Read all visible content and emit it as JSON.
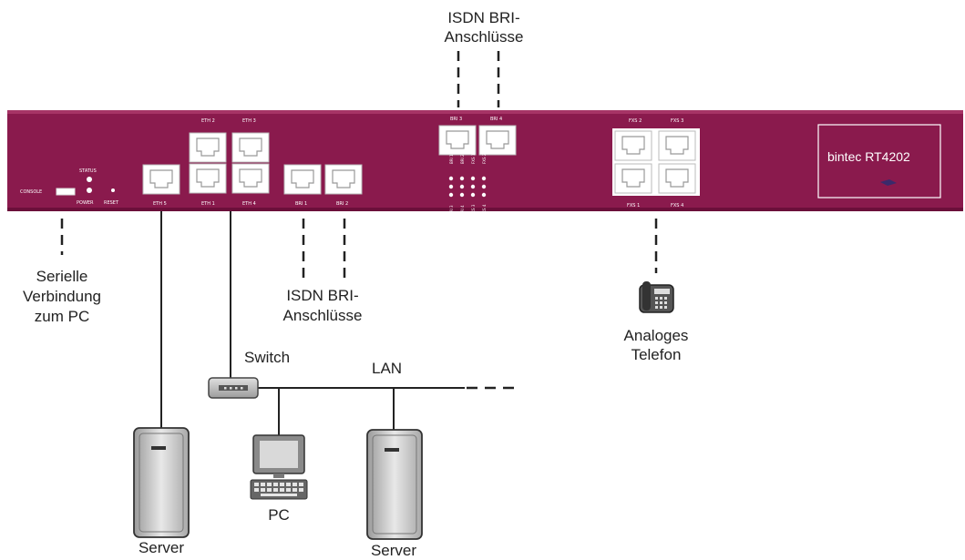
{
  "device": {
    "model": "bintec RT4202",
    "color": "#8a1a4d",
    "front_labels": {
      "console": "CONSOLE",
      "status": "STATUS",
      "power": "POWER",
      "reset": "RESET",
      "eth2": "ETH 2",
      "eth3": "ETH 3",
      "eth1": "ETH 1",
      "eth4": "ETH 4",
      "eth5": "ETH 5",
      "bri1": "BRI 1",
      "bri2": "BRI 2",
      "bri3": "BRI 3",
      "bri4": "BRI 4",
      "fxs1": "FXS 1",
      "fxs2": "FXS 2",
      "fxs3": "FXS 3",
      "fxs4": "FXS 4",
      "led_labels": [
        "BRI 1",
        "BRI 2",
        "BRI 3",
        "BRI 4",
        "FXS 1",
        "FXS 2",
        "FXS 3",
        "FXS 4"
      ]
    }
  },
  "labels": {
    "isdn_top_line1": "ISDN BRI-",
    "isdn_top_line2": "Anschlüsse",
    "isdn_mid_line1": "ISDN BRI-",
    "isdn_mid_line2": "Anschlüsse",
    "serial_line1": "Serielle",
    "serial_line2": "Verbindung",
    "serial_line3": "zum PC",
    "phone_line1": "Analoges",
    "phone_line2": "Telefon",
    "switch": "Switch",
    "lan": "LAN",
    "pc": "PC",
    "server_left": "Server",
    "server_right": "Server"
  }
}
